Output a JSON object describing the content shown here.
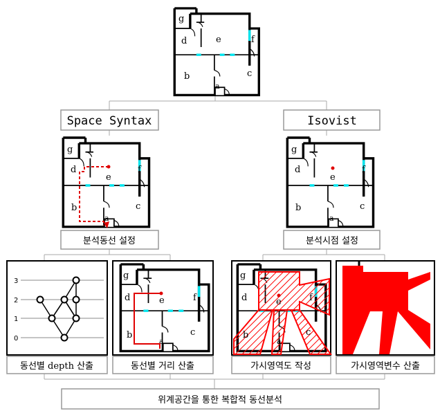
{
  "rooms": {
    "a": "a",
    "b": "b",
    "c": "c",
    "d": "d",
    "e": "e",
    "f": "f",
    "g": "g"
  },
  "methods": {
    "space_syntax": "Space Syntax",
    "isovist": "Isovist"
  },
  "steps": {
    "route_setting": "분석동선 설정",
    "viewpoint_setting": "분석시점 설정",
    "depth_calc": "동선별 depth 산출",
    "distance_calc": "동선별 거리 산출",
    "visible_area": "가시영역도 작성",
    "visible_variable": "가시영역변수 산출",
    "final": "위계공간을 통한 복합적 동선분석"
  },
  "graph_levels": [
    "3",
    "2",
    "1",
    "0"
  ],
  "colors": {
    "route": "#e00000",
    "door_gap": "#00e5ee",
    "visible_area": "#ff0000",
    "wall": "#000000"
  }
}
